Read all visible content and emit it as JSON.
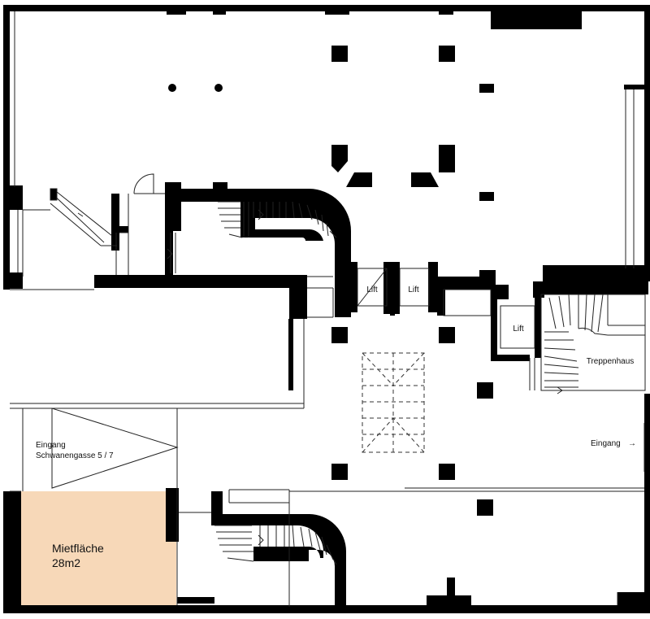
{
  "labels": {
    "lift_1": "Lift",
    "lift_2": "Lift",
    "lift_3": "Lift",
    "stairwell": "Treppenhaus",
    "entrance_right": "Eingang",
    "entrance_right_arrow": "→",
    "entrance_left_line1": "Eingang",
    "entrance_left_line2": "Schwanengasse 5 / 7",
    "rental_area": "Mietfläche",
    "rental_size": "28m2"
  },
  "colors": {
    "wall": "#000000",
    "rental_area_fill": "#f7d8b8",
    "background": "#ffffff",
    "line": "#222222"
  }
}
